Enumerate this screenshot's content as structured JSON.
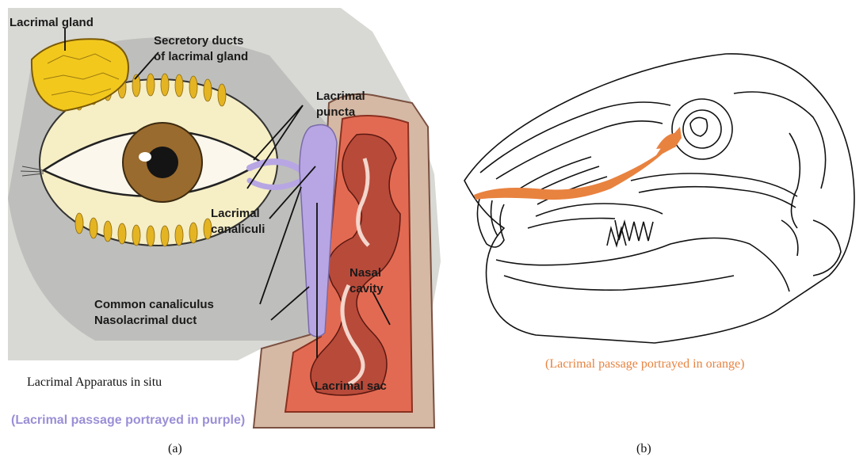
{
  "panel_a": {
    "labels": {
      "lacrimal_gland": "Lacrimal gland",
      "secretory_ducts_1": "Secretory ducts",
      "secretory_ducts_2": "of lacrimal gland",
      "lacrimal_puncta_1": "Lacrimal",
      "lacrimal_puncta_2": "puncta",
      "lacrimal_canaliculi_1": "Lacrimal",
      "lacrimal_canaliculi_2": "canaliculi",
      "nasal_cavity_1": "Nasal",
      "nasal_cavity_2": "cavity",
      "common_canaliculus": "Common canaliculus",
      "nasolacrimal_duct": "Nasolacrimal duct",
      "lacrimal_sac": "Lacrimal sac"
    },
    "caption": "Lacrimal Apparatus in situ",
    "note": "(Lacrimal passage portrayed in purple)",
    "sublabel": "(a)",
    "colors": {
      "passage": "#b7a6e3",
      "gland": "#f2c81d",
      "iris": "#9a6b2e",
      "nasal": "#e36a52"
    }
  },
  "panel_b": {
    "note": "(Lacrimal passage portrayed in orange)",
    "sublabel": "(b)",
    "colors": {
      "passage": "#e8823f"
    }
  }
}
